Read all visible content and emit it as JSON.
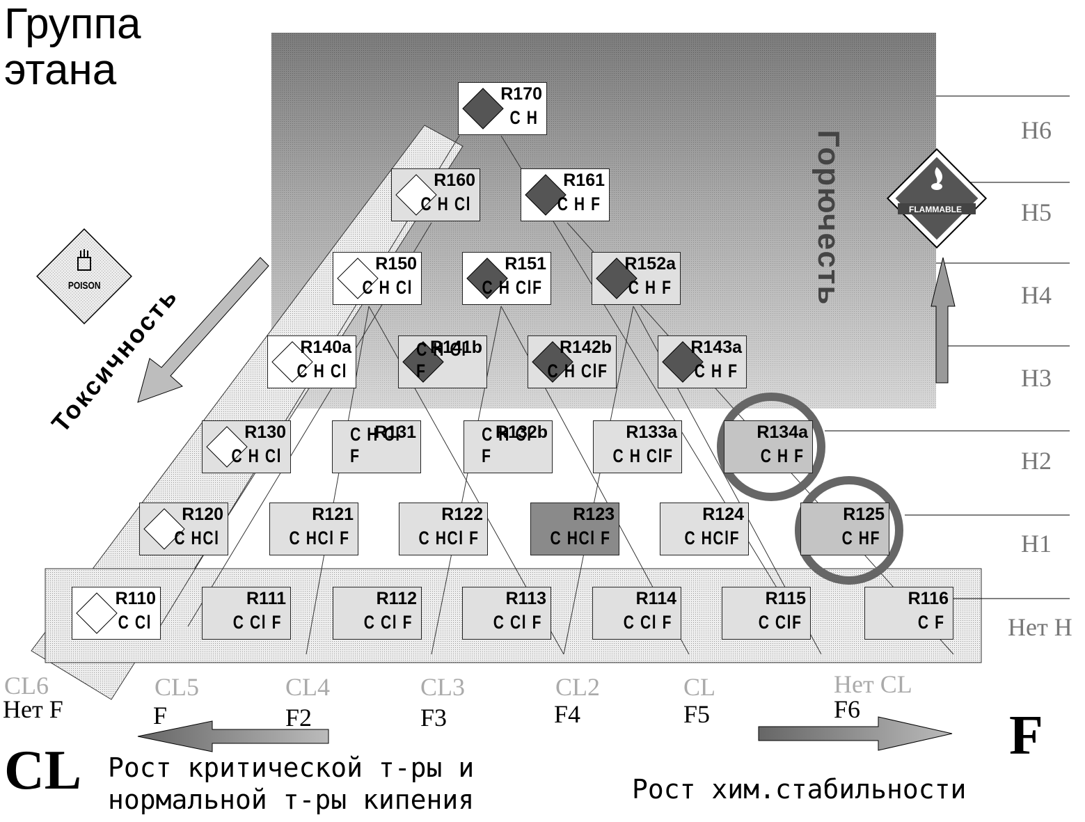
{
  "title": [
    "Группа",
    "этана"
  ],
  "labels": {
    "flammability": "Горючесть",
    "toxicity": "Токсичность",
    "poison": "POISON",
    "flammable": "FLAMMABLE",
    "cl_big": "CL",
    "f_big": "F",
    "cl_growth": [
      "Рост критической т-ры и",
      "нормальной т-ры кипения"
    ],
    "f_growth": "Рост хим.стабильности"
  },
  "h_levels": [
    "H6",
    "H5",
    "H4",
    "H3",
    "H2",
    "H1",
    "Нет H"
  ],
  "cl_levels": [
    "CL6",
    "CL5",
    "CL4",
    "CL3",
    "CL2",
    "CL",
    "Нет CL"
  ],
  "f_levels": [
    "Нет F",
    "F",
    "F2",
    "F3",
    "F4",
    "F5",
    "F6"
  ],
  "nodes": [
    {
      "code": "R170",
      "formula": "C H",
      "badge": "flam"
    },
    {
      "code": "R160",
      "formula": "C H Cl",
      "badge": "poison"
    },
    {
      "code": "R161",
      "formula": "C H F",
      "badge": "flam"
    },
    {
      "code": "R150",
      "formula": "C H Cl",
      "badge": "poison"
    },
    {
      "code": "R151",
      "formula": "C H ClF",
      "badge": "flam"
    },
    {
      "code": "R152a",
      "formula": "C H F",
      "badge": "flam"
    },
    {
      "code": "R140a",
      "formula": "C H Cl",
      "badge": "poison"
    },
    {
      "code": "R141b",
      "formula": "C H Cl F",
      "badge": "flam"
    },
    {
      "code": "R142b",
      "formula": "C H ClF",
      "badge": "flam"
    },
    {
      "code": "R143a",
      "formula": "C H F",
      "badge": "flam"
    },
    {
      "code": "R130",
      "formula": "C H Cl",
      "badge": "poison"
    },
    {
      "code": "R131",
      "formula": "C H Cl F",
      "badge": ""
    },
    {
      "code": "R132b",
      "formula": "C H Cl F",
      "badge": ""
    },
    {
      "code": "R133a",
      "formula": "C H ClF",
      "badge": ""
    },
    {
      "code": "R134a",
      "formula": "C H F",
      "badge": ""
    },
    {
      "code": "R120",
      "formula": "C HCl",
      "badge": "poison"
    },
    {
      "code": "R121",
      "formula": "C HCl F",
      "badge": ""
    },
    {
      "code": "R122",
      "formula": "C HCl F",
      "badge": ""
    },
    {
      "code": "R123",
      "formula": "C HCl F",
      "badge": ""
    },
    {
      "code": "R124",
      "formula": "C HClF",
      "badge": ""
    },
    {
      "code": "R125",
      "formula": "C HF",
      "badge": ""
    },
    {
      "code": "R110",
      "formula": "C Cl",
      "badge": "poison"
    },
    {
      "code": "R111",
      "formula": "C Cl F",
      "badge": ""
    },
    {
      "code": "R112",
      "formula": "C Cl F",
      "badge": ""
    },
    {
      "code": "R113",
      "formula": "C Cl F",
      "badge": ""
    },
    {
      "code": "R114",
      "formula": "C Cl F",
      "badge": ""
    },
    {
      "code": "R115",
      "formula": "C ClF",
      "badge": ""
    },
    {
      "code": "R116",
      "formula": "C F",
      "badge": ""
    }
  ]
}
